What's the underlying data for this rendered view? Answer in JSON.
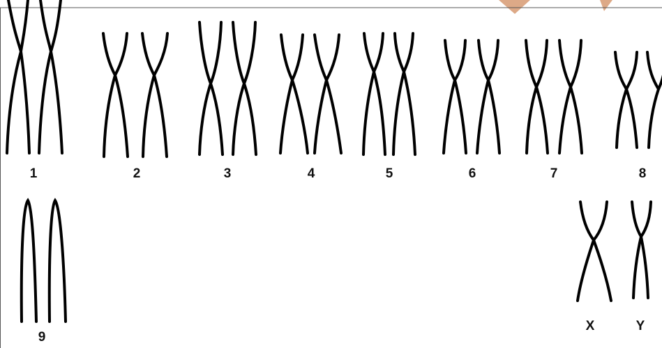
{
  "colors": {
    "background": "#ffffff",
    "stroke": "#000000",
    "frame": "#555555",
    "watermark": "#d9a07a"
  },
  "chromosomes": [
    {
      "label": "1"
    },
    {
      "label": "2"
    },
    {
      "label": "3"
    },
    {
      "label": "4"
    },
    {
      "label": "5"
    },
    {
      "label": "6"
    },
    {
      "label": "7"
    },
    {
      "label": "8"
    },
    {
      "label": "9"
    },
    {
      "label": "X"
    },
    {
      "label": "Y"
    }
  ]
}
